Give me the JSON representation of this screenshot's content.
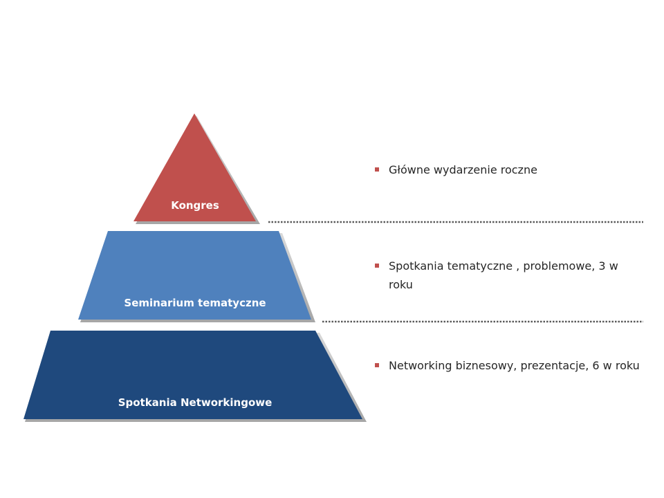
{
  "pyramid": {
    "tiers": [
      {
        "label": "Kongres",
        "color": "#c0504d"
      },
      {
        "label": "Seminarium tematyczne",
        "color": "#4f81bd"
      },
      {
        "label": "Spotkania Networkingowe",
        "color": "#1f497d"
      }
    ]
  },
  "descriptions": [
    {
      "text": "Główne wydarzenie roczne"
    },
    {
      "text": "Spotkania tematyczne , problemowe,  3  w roku"
    },
    {
      "text": "Networking biznesowy,  prezentacje,  6 w roku"
    }
  ],
  "colors": {
    "bullet": "#c0504d",
    "separator": "#595959"
  }
}
